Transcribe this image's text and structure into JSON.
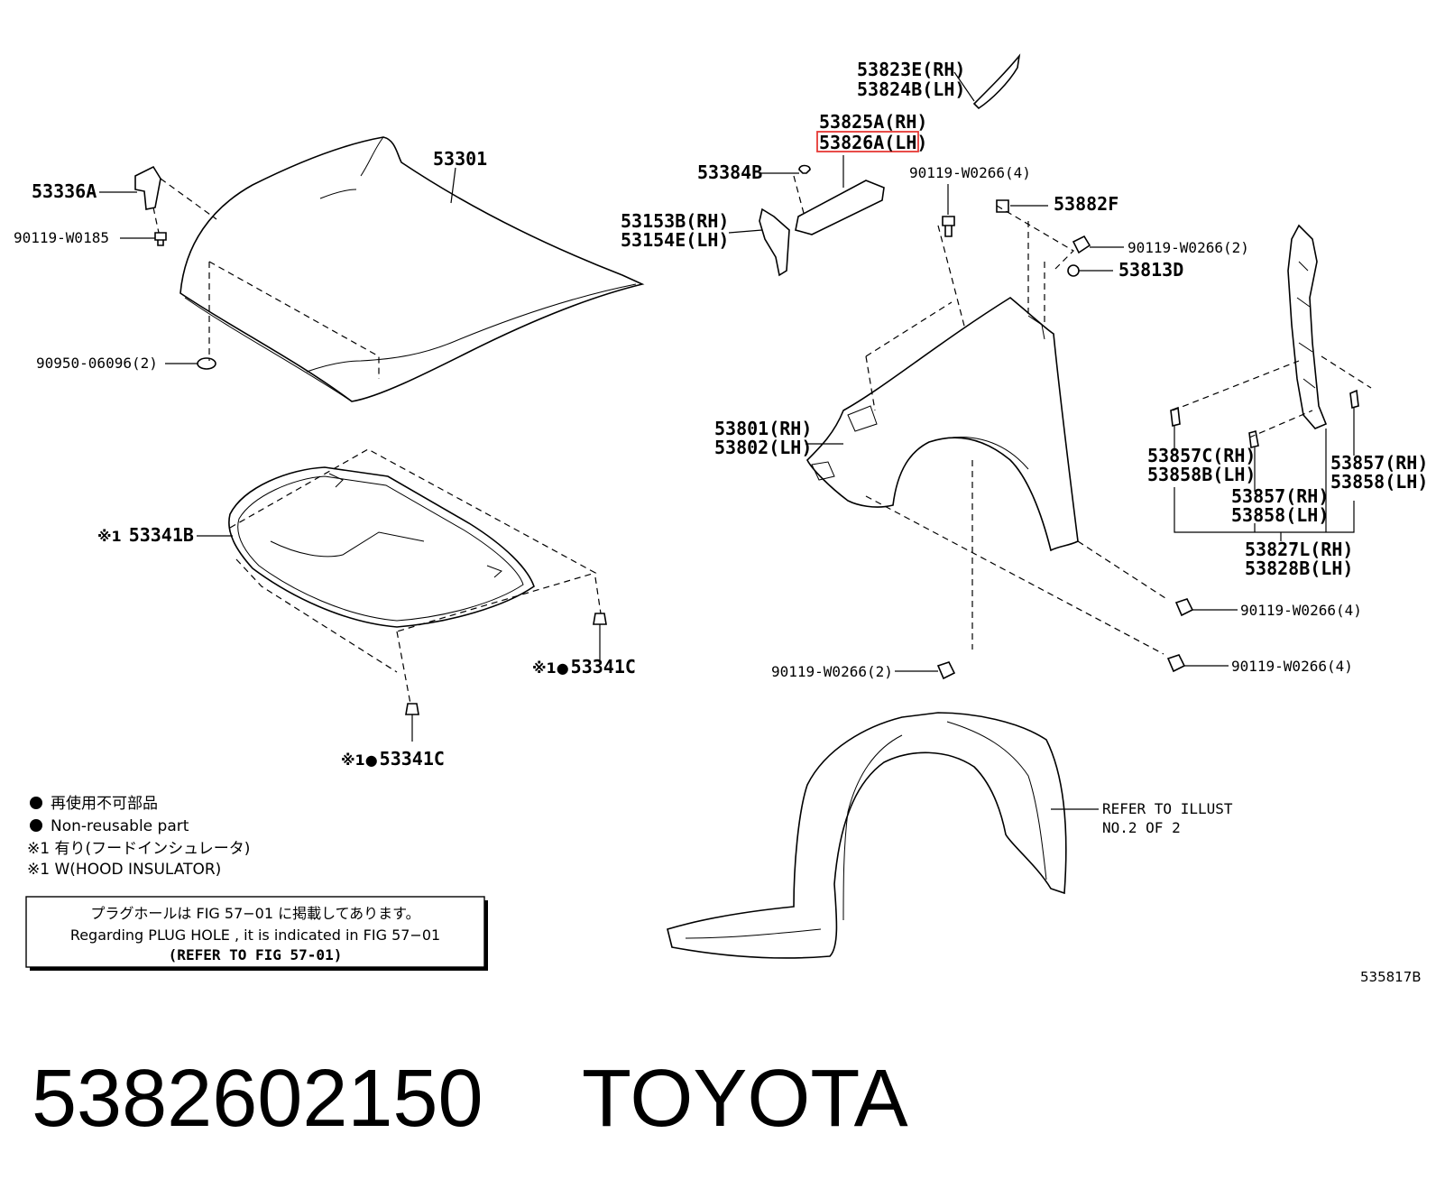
{
  "hood": {
    "panel": "53301",
    "hinge": "53336A",
    "hinge_bolt": "90119-W0185",
    "cushion": "90950-06096(2)"
  },
  "insulator": {
    "main": "53341B",
    "main_mark": "※1",
    "clip_right_mark": "※1●",
    "clip_right": "53341C",
    "clip_bottom_mark": "※1●",
    "clip_bottom": "53341C"
  },
  "fender_parts": {
    "molding_rh": "53823E(RH)",
    "molding_lh": "53824B(LH)",
    "seal_rh": "53825A(RH)",
    "seal_lh": "53826A(LH)",
    "clip_384": "53384B",
    "bracket_rh": "53153B(RH)",
    "bracket_lh": "53154E(LH)",
    "bolt_top": "90119-W0266(4)",
    "nut_882": "53882F",
    "bolt_top_right": "90119-W0266(2)",
    "clip_813": "53813D",
    "fender_rh": "53801(RH)",
    "fender_lh": "53802(LH)",
    "clip_857c_rh": "53857C(RH)",
    "clip_858b_lh": "53858B(LH)",
    "clip_857_rh_a": "53857(RH)",
    "clip_858_lh_a": "53858(LH)",
    "clip_857_rh_b": "53857(RH)",
    "clip_858_lh_b": "53858(LH)",
    "seal_827l_rh": "53827L(RH)",
    "seal_828b_lh": "53828B(LH)",
    "bolt_rear": "90119-W0266(4)",
    "bolt_lower": "90119-W0266(4)",
    "bolt_front": "90119-W0266(2)",
    "liner_note_1": "REFER TO ILLUST",
    "liner_note_2": "NO.2 OF 2"
  },
  "legend": {
    "line1": "再使用不可部品",
    "line2": "Non-reusable part",
    "line3": "※1 有り(フードインシュレータ)",
    "line4": "※1 W(HOOD INSULATOR)"
  },
  "notice": {
    "line1": "プラグホールは FIG 57−01 に掲載してあります。",
    "line2": "Regarding  PLUG  HOLE , it is indicated in  FIG  57−01",
    "line3": "(REFER TO FIG 57-01)"
  },
  "diagram_code": "535817B",
  "footer": {
    "part_number": "5382602150",
    "brand": "TOYOTA"
  },
  "colors": {
    "highlight": "#e53935"
  }
}
